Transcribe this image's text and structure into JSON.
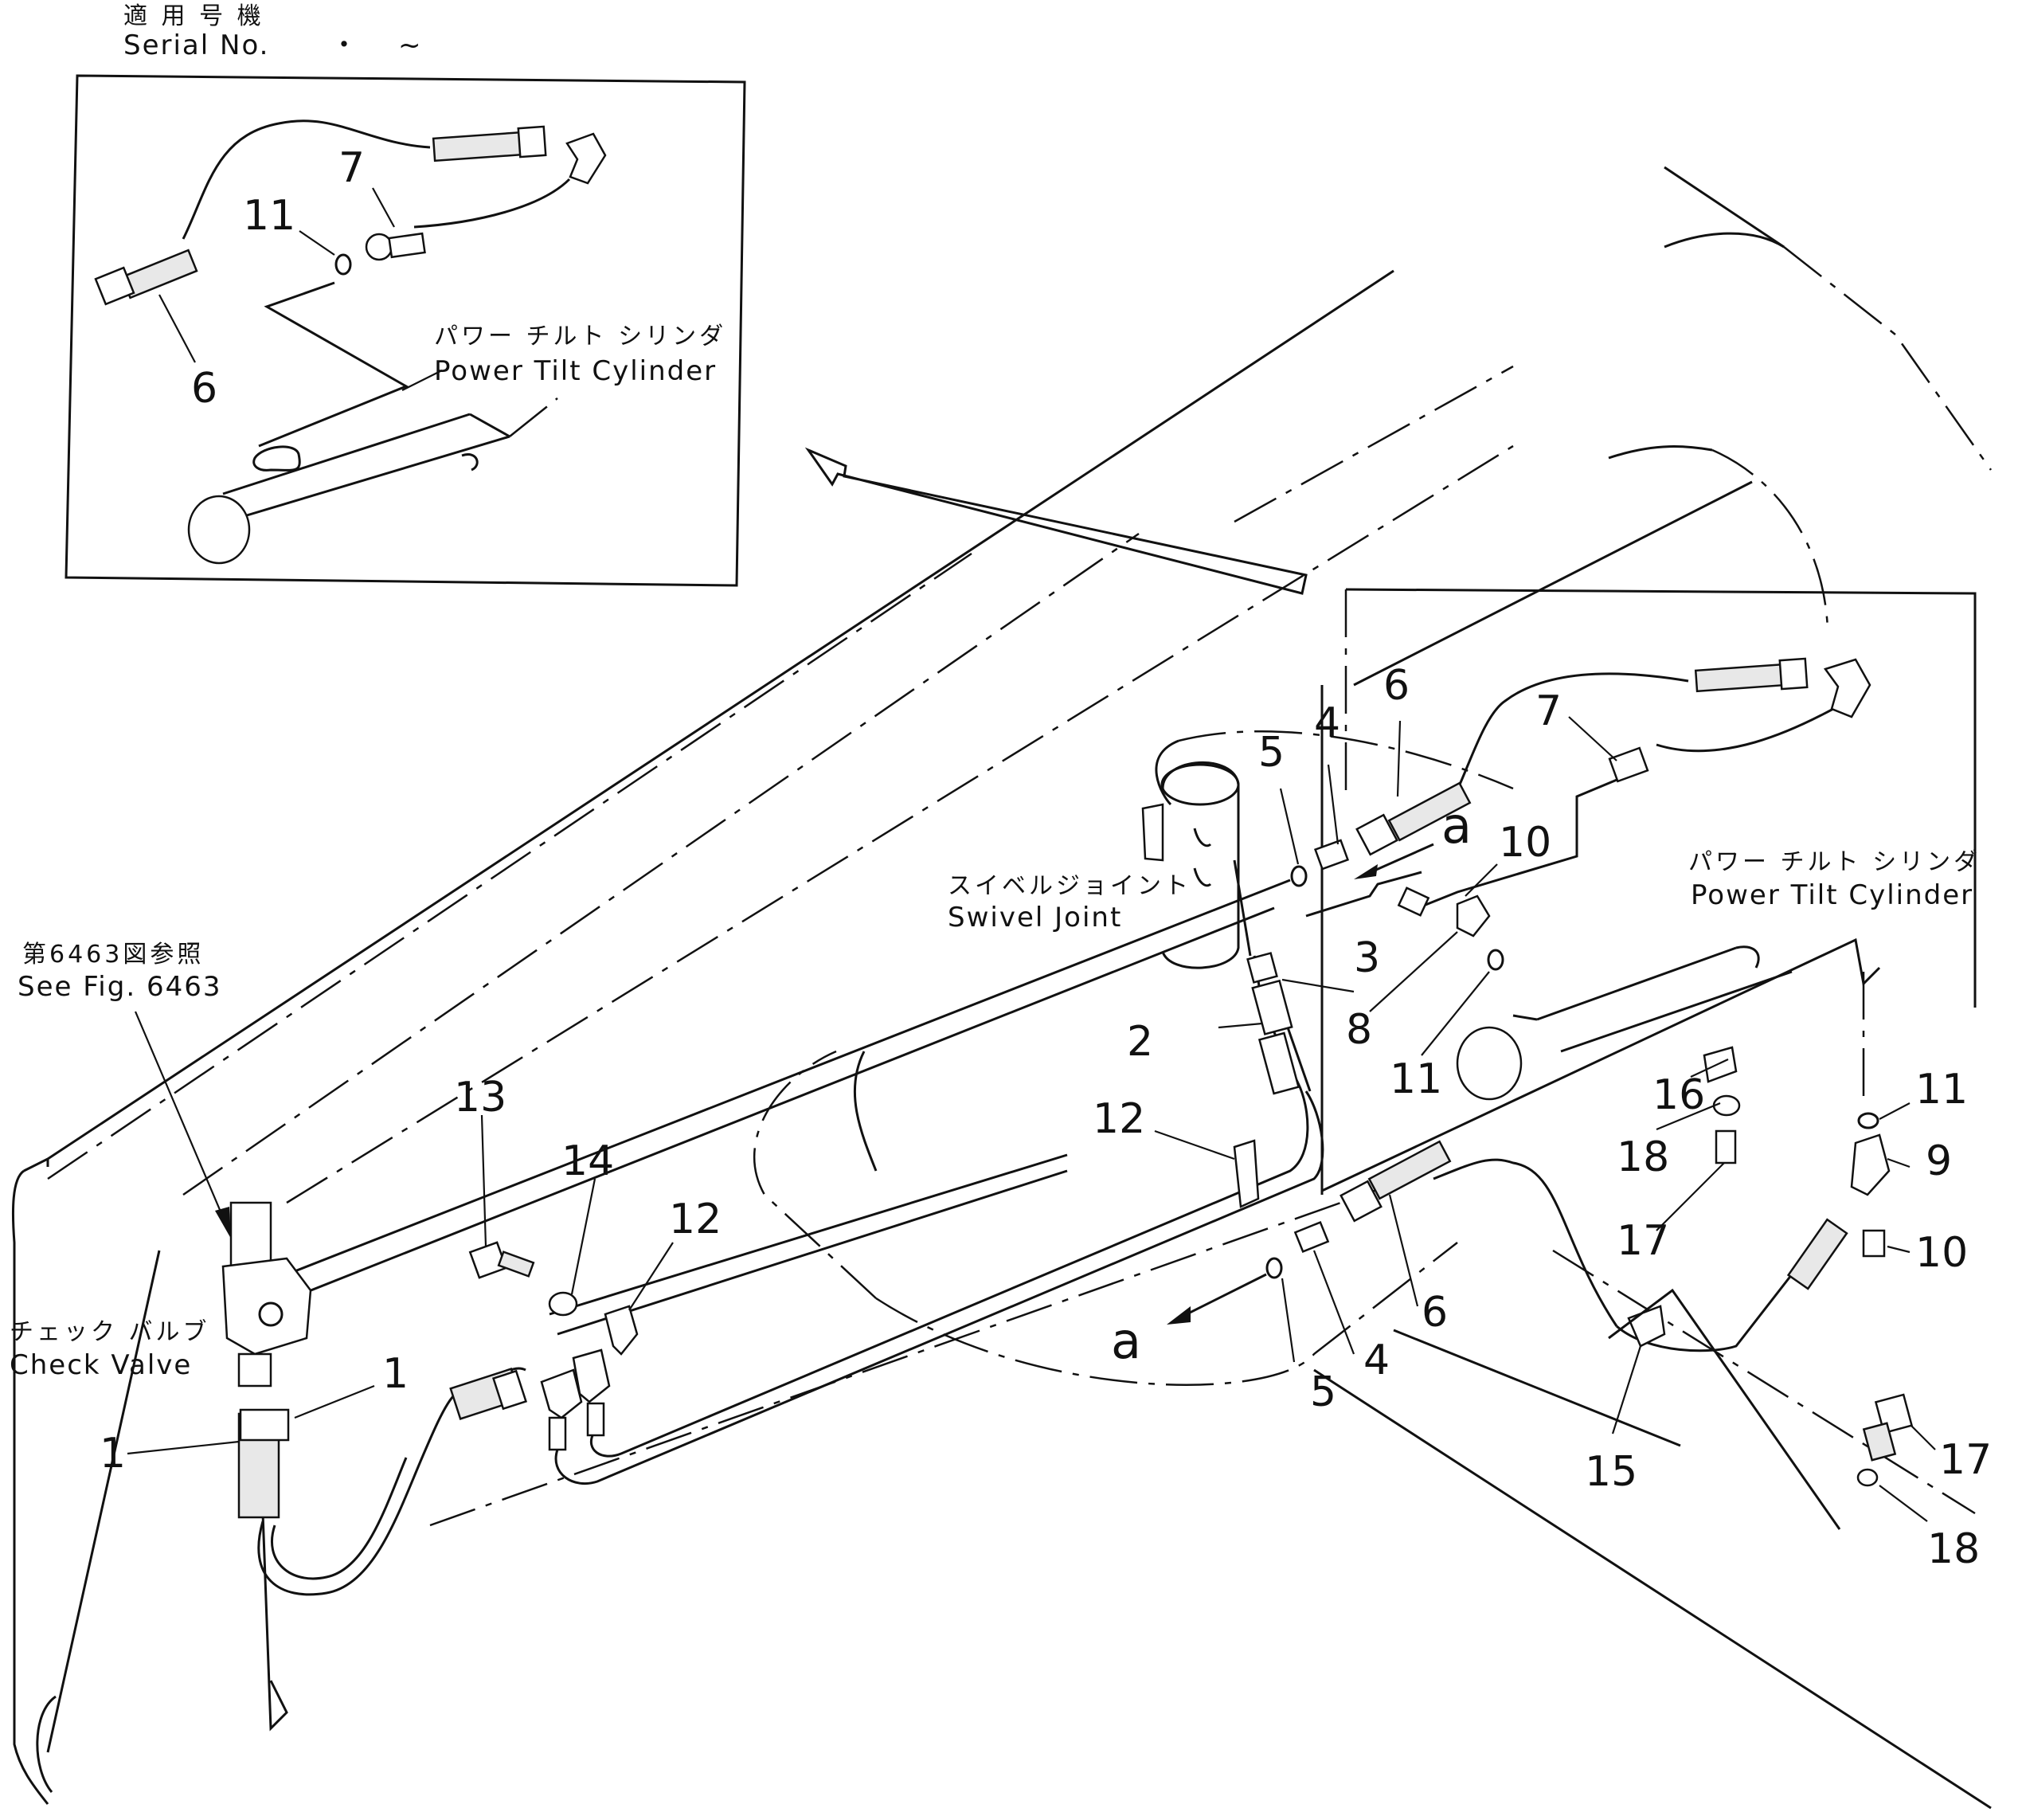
{
  "serial": {
    "jp": "適 用 号 機",
    "en": "Serial No.",
    "range_dot": "・",
    "range_tilde": "~"
  },
  "labels": {
    "power_tilt_jp": "パワー チルト シリンダ",
    "power_tilt_en": "Power Tilt Cylinder",
    "swivel_jp": "スイベルジョイント",
    "swivel_en": "Swivel Joint",
    "see_fig_jp": "第6463図参照",
    "see_fig_en": "See Fig. 6463",
    "check_valve_jp": "チェック バルブ",
    "check_valve_en": "Check Valve",
    "connector_a": "a"
  },
  "inset_callouts": [
    "7",
    "11",
    "6"
  ],
  "main_callouts": [
    "6",
    "4",
    "5",
    "7",
    "a",
    "10",
    "3",
    "8",
    "11",
    "2",
    "16",
    "11",
    "18",
    "9",
    "12",
    "13",
    "14",
    "12",
    "17",
    "10",
    "6",
    "a",
    "5",
    "4",
    "1",
    "1",
    "15",
    "17",
    "18"
  ]
}
